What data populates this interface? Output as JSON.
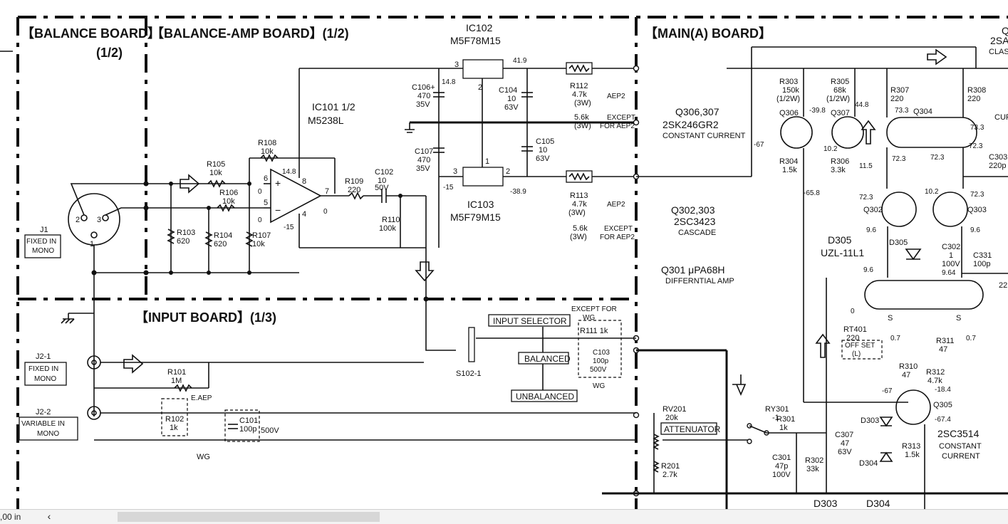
{
  "sections": {
    "balance_board": "【BALANCE BOARD】",
    "balance_board_part": "(1/2)",
    "balance_amp_board": "【BALANCE-AMP BOARD】(1/2)",
    "main_board": "【MAIN(A) BOARD】",
    "input_board": "【INPUT BOARD】(1/3)"
  },
  "components": {
    "ic102_name": "IC102",
    "ic102_part": "M5F78M15",
    "ic103_name": "IC103",
    "ic103_part": "M5F79M15",
    "ic101_name": "IC101 1/2",
    "ic101_part": "M5238L",
    "r112": "R112",
    "r112_val": "4.7k",
    "r112_w": "(3W)",
    "r112_alt": "5.6k",
    "r112_alt_w": "(3W)",
    "r113": "R113",
    "r113_val": "4.7k",
    "r113_w": "(3W)",
    "r113_alt": "5.6k",
    "r113_alt_w": "(3W)",
    "aep2": "AEP2",
    "except_aep2": "EXCEPT",
    "for_aep2": "FOR AEP2",
    "c106": "C106+",
    "c106_v": "470",
    "c106_u": "35V",
    "c104": "C104",
    "c104_v": "10",
    "c104_u": "63V",
    "c107": "C107",
    "c107_v": "470",
    "c107_u": "35V",
    "c105": "C105",
    "c105_v": "10",
    "c105_u": "63V",
    "c102": "C102",
    "c102_v": "10",
    "c102_u": "50V",
    "r108": "R108",
    "r108_v": "10k",
    "r105": "R105",
    "r105_v": "10k",
    "r106": "R106",
    "r106_v": "10k",
    "r109": "R109",
    "r109_v": "220",
    "r110": "R110",
    "r110_v": "100k",
    "r103": "R103",
    "r103_v": "620",
    "r104": "R104",
    "r104_v": "620",
    "r107": "R107",
    "r107_v": "10k",
    "j1": "J1",
    "j1_desc1": "FIXED IN",
    "j1_desc2": "MONO",
    "j21": "J2-1",
    "j21_desc1": "FIXED IN",
    "j21_desc2": "MONO",
    "j22": "J2-2",
    "j22_desc1": "VARIABLE IN",
    "j22_desc2": "MONO",
    "r101": "R101",
    "r101_v": "1M",
    "r102": "R102",
    "r102_v": "1k",
    "e_aep": "E.AEP",
    "c101": "C101",
    "c101_v": "100p",
    "c101_u": "500V",
    "wg": "WG",
    "input_selector": "INPUT SELECTOR",
    "except_for_wg": "EXCEPT FOR",
    "wg2": "WG",
    "r111": "R111 1k",
    "c103": "C103",
    "c103_v": "100p",
    "c103_u": "500V",
    "wg3": "WG",
    "balanced": "BALANCED",
    "unbalanced": "UNBALANCED",
    "s102": "S102-1",
    "rv201": "RV201",
    "rv201_v": "20k",
    "attenuator": "ATTENUATOR",
    "r201": "R201",
    "r201_v": "2.7k",
    "ry301": "RY301",
    "ry301_b": "-1",
    "r301": "R301",
    "r301_v": "1k",
    "c301": "C301",
    "c301_v": "47p",
    "c301_u": "100V",
    "r302": "R302",
    "r302_v": "33k",
    "q306_307": "Q306,307",
    "q306_307_part": "2SK246GR2",
    "constant_current": "CONSTANT CURRENT",
    "q302_303": "Q302,303",
    "q302_303_part": "2SC3423",
    "cascade": "CASCADE",
    "q301": "Q301 μPA68H",
    "differntial": "DIFFERNTIAL AMP",
    "r303": "R303",
    "r303_v": "150k",
    "r303_w": "(1/2W)",
    "r305": "R305",
    "r305_v": "68k",
    "r305_w": "(1/2W)",
    "q306": "Q306",
    "q307": "Q307",
    "q304": "Q304",
    "r304": "R304",
    "r304_v": "1.5k",
    "r306": "R306",
    "r306_v": "3.3k",
    "r307": "R307",
    "r307_v": "220",
    "r308": "R308",
    "r308_v": "220",
    "q302": "Q302",
    "q303": "Q303",
    "d305": "D305",
    "d305_part": "UZL-11L1",
    "c302": "C302",
    "c302_v": "1",
    "c302_u": "100V",
    "c331": "C331",
    "c331_v": "100p",
    "c303": "C303",
    "c303_v": "220p",
    "rt401": "RT401",
    "rt401_v": "220",
    "offset": "OFF SET",
    "offset_l": "(L)",
    "r311": "R311",
    "r311_v": "47",
    "r310": "R310",
    "r310_v": "47",
    "r312": "R312",
    "r312_v": "4.7k",
    "q305": "Q305",
    "q305_part": "2SC3514",
    "q305_desc1": "CONSTANT",
    "q305_desc2": "CURRENT",
    "d303": "D303",
    "d304": "D304",
    "c307": "C307",
    "c307_v": "47",
    "c307_u": "63V",
    "r313": "R313",
    "r313_v": "1.5k",
    "d303_bottom": "D303",
    "d304_bottom": "D304",
    "cur": "CUR",
    "clas": "CLAS",
    "2sa": "2SA",
    "q_edge": "Q",
    "c22": "22"
  },
  "voltages": {
    "v41_9": "41.9",
    "v14_8a": "14.8",
    "v14_8b": "14.8",
    "v_m15a": "-15",
    "v_m15b": "-15",
    "v_m38_9": "-38.9",
    "v0a": "0",
    "v0b": "0",
    "v0c": "0",
    "v39_8": "-39.8",
    "v44_8": "44.8",
    "v_m67a": "-67",
    "v10_2a": "10.2",
    "v11_5": "11.5",
    "v_m65_8": "-65.8",
    "v73_3a": "73.3",
    "v73_3b": "73.3",
    "v72_3a": "72.3",
    "v72_3b": "72.3",
    "v72_3c": "72.3",
    "v72_3d": "72.3",
    "v72_3e": "72.3",
    "v10_2b": "10.2",
    "v9_6a": "9.6",
    "v9_6b": "9.6",
    "v9_6c": "9.6",
    "v9_6d": "9.64",
    "v0d": "0",
    "v0_7a": "0.7",
    "v0_7b": "0.7",
    "v_m67b": "-67",
    "v_m18_4": "-18.4",
    "v_m67_4": "-67.4",
    "v7": "7",
    "v2": "2",
    "v3": "3",
    "v1": "1",
    "v3b": "3",
    "v2b": "2",
    "v1b": "1",
    "v6": "6",
    "v5": "5",
    "v8": "8",
    "v4": "4"
  },
  "statusbar": {
    "zoom": ",00 in",
    "scroll_left": "‹"
  }
}
